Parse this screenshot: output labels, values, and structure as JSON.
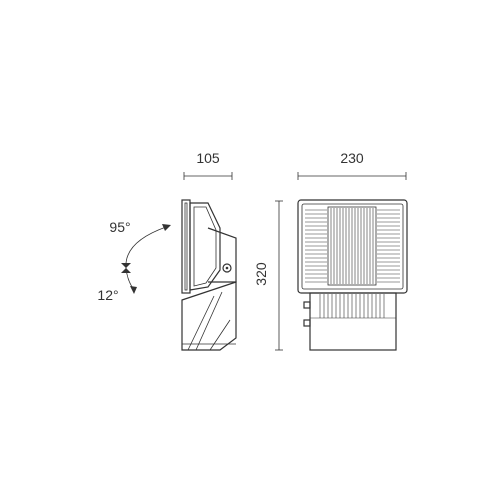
{
  "dimensions": {
    "side_width": "105",
    "front_width": "230",
    "height": "320"
  },
  "tilt": {
    "up_angle": "95°",
    "down_angle": "12°"
  },
  "colors": {
    "line": "#333333",
    "background": "#ffffff"
  }
}
